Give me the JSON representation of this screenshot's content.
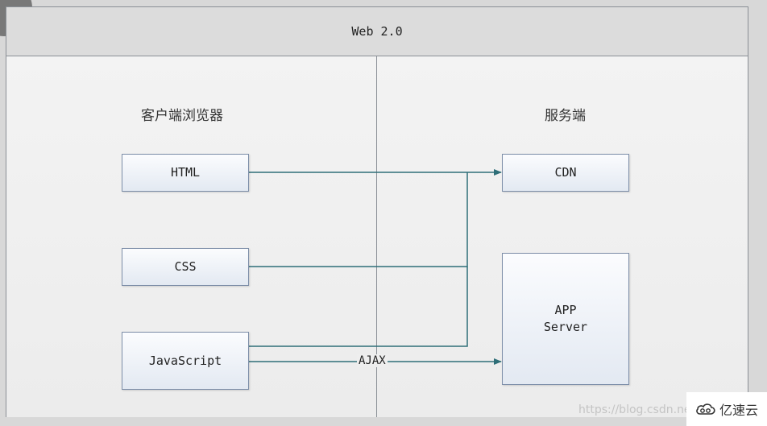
{
  "diagram": {
    "title": "Web 2.0",
    "client_heading": "客户端浏览器",
    "server_heading": "服务端",
    "client_nodes": {
      "html": "HTML",
      "css": "CSS",
      "javascript": "JavaScript"
    },
    "server_nodes": {
      "cdn": "CDN",
      "app_server": "APP\nServer"
    },
    "edge_label_ajax": "AJAX",
    "colors": {
      "connector": "#2f6f78",
      "box_border": "#7d8ea8",
      "divider": "#8a8f96"
    }
  },
  "watermark": {
    "url_text": "https://blog.csdn.ne",
    "brand_text": "亿速云",
    "brand_icon": "cloud-logo-icon"
  }
}
